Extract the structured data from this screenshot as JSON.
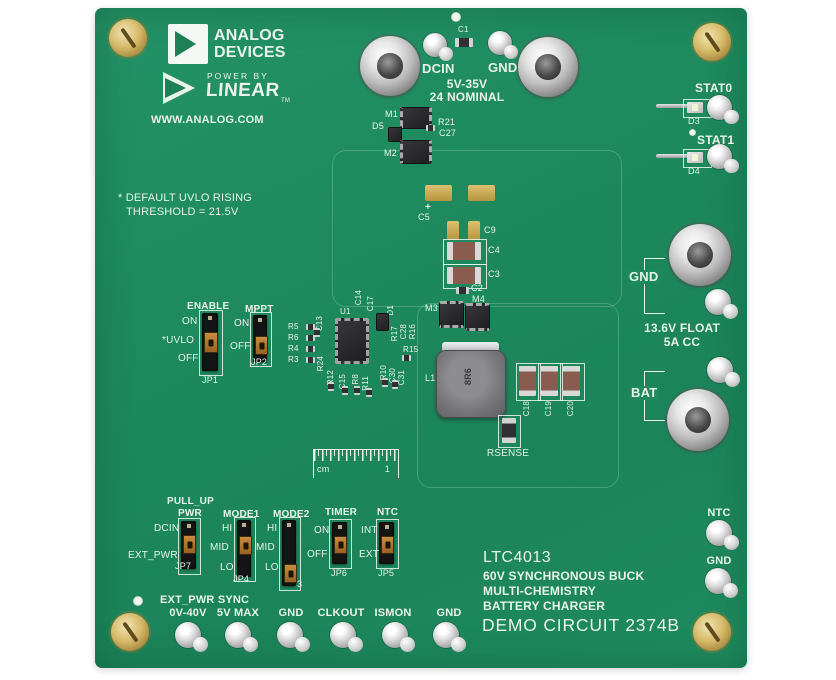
{
  "branding": {
    "adi_line1": "ANALOG",
    "adi_line2": "DEVICES",
    "power_by": "POWER BY",
    "linear": "LINEAR",
    "trademark": "TM",
    "website": "WWW.ANALOG.COM"
  },
  "input": {
    "c1": "C1",
    "dcin": "DCIN",
    "gnd": "GND",
    "range": "5V-35V",
    "nominal": "24 NOMINAL"
  },
  "status": {
    "stat0": "STAT0",
    "d3": "D3",
    "stat1": "STAT1",
    "d4": "D4"
  },
  "note": {
    "line1": "* DEFAULT UVLO RISING",
    "line2": "THRESHOLD = 21.5V"
  },
  "jumpers": {
    "enable": {
      "title": "ENABLE",
      "on": "ON",
      "uvlo": "*UVLO",
      "off": "OFF",
      "ref": "JP1"
    },
    "mppt": {
      "title": "MPPT",
      "on": "ON",
      "off": "OFF",
      "ref": "JP2"
    },
    "pullup": {
      "title1": "PULL_UP",
      "title2": "PWR",
      "dcin": "DCIN",
      "ext": "EXT_PWR",
      "ref": "JP7"
    },
    "mode1": {
      "title": "MODE1",
      "hi": "HI",
      "mid": "MID",
      "lo": "LO",
      "ref": "JP4"
    },
    "mode2": {
      "title": "MODE2",
      "hi": "HI",
      "mid": "MID",
      "lo": "LO",
      "ref": "3"
    },
    "timer": {
      "title": "TIMER",
      "on": "ON",
      "off": "OFF",
      "ref": "JP6"
    },
    "ntc": {
      "title": "NTC",
      "int": "INT",
      "ext": "EXT",
      "ref": "JP5"
    }
  },
  "refs": {
    "m1": "M1",
    "d5": "D5",
    "m2": "M2",
    "r21": "R21",
    "c27": "C27",
    "c5": "C5",
    "c5_plus": "+",
    "c9": "C9",
    "c4": "C4",
    "c3": "C3",
    "c2": "C2",
    "m3": "M3",
    "m4": "M4",
    "u1": "U1",
    "c14": "C14",
    "c17": "C17",
    "d1": "D1",
    "r5": "R5",
    "r6": "R6",
    "r4": "R4",
    "r3": "R3",
    "c13": "C13",
    "r24": "R24",
    "r12": "R12",
    "c15": "C15",
    "r8": "R8",
    "r11": "R11",
    "r10": "R10",
    "c30": "C30",
    "c31": "C31",
    "r17": "R17",
    "c28": "C28",
    "r16": "R16",
    "r15": "R15",
    "l1": "L1",
    "l1_marking": "8R6",
    "c18": "C18",
    "c19": "C19",
    "c20": "C20",
    "rsense": "RSENSE"
  },
  "output": {
    "gnd": "GND",
    "bat": "BAT",
    "rating1": "13.6V FLOAT",
    "rating2": "5A CC"
  },
  "right_tp": {
    "ntc": "NTC",
    "gnd": "GND"
  },
  "bottom": {
    "header": "EXT_PWR SYNC",
    "tp_labels": [
      "0V-40V",
      "5V MAX",
      "GND",
      "CLKOUT",
      "ISMON",
      "GND"
    ]
  },
  "ruler": {
    "unit": "cm",
    "mark": "1"
  },
  "title_block": {
    "part": "LTC4013",
    "line2": "60V SYNCHRONOUS BUCK",
    "line3": "MULTI-CHEMISTRY",
    "line4": "BATTERY CHARGER",
    "line5": "DEMO CIRCUIT 2374B"
  },
  "colors": {
    "board_green": "#1f8b5f",
    "silkscreen": "#e9f3ec",
    "shunt_amber": "#c98c3e",
    "pad_gold": "#c9a851"
  }
}
